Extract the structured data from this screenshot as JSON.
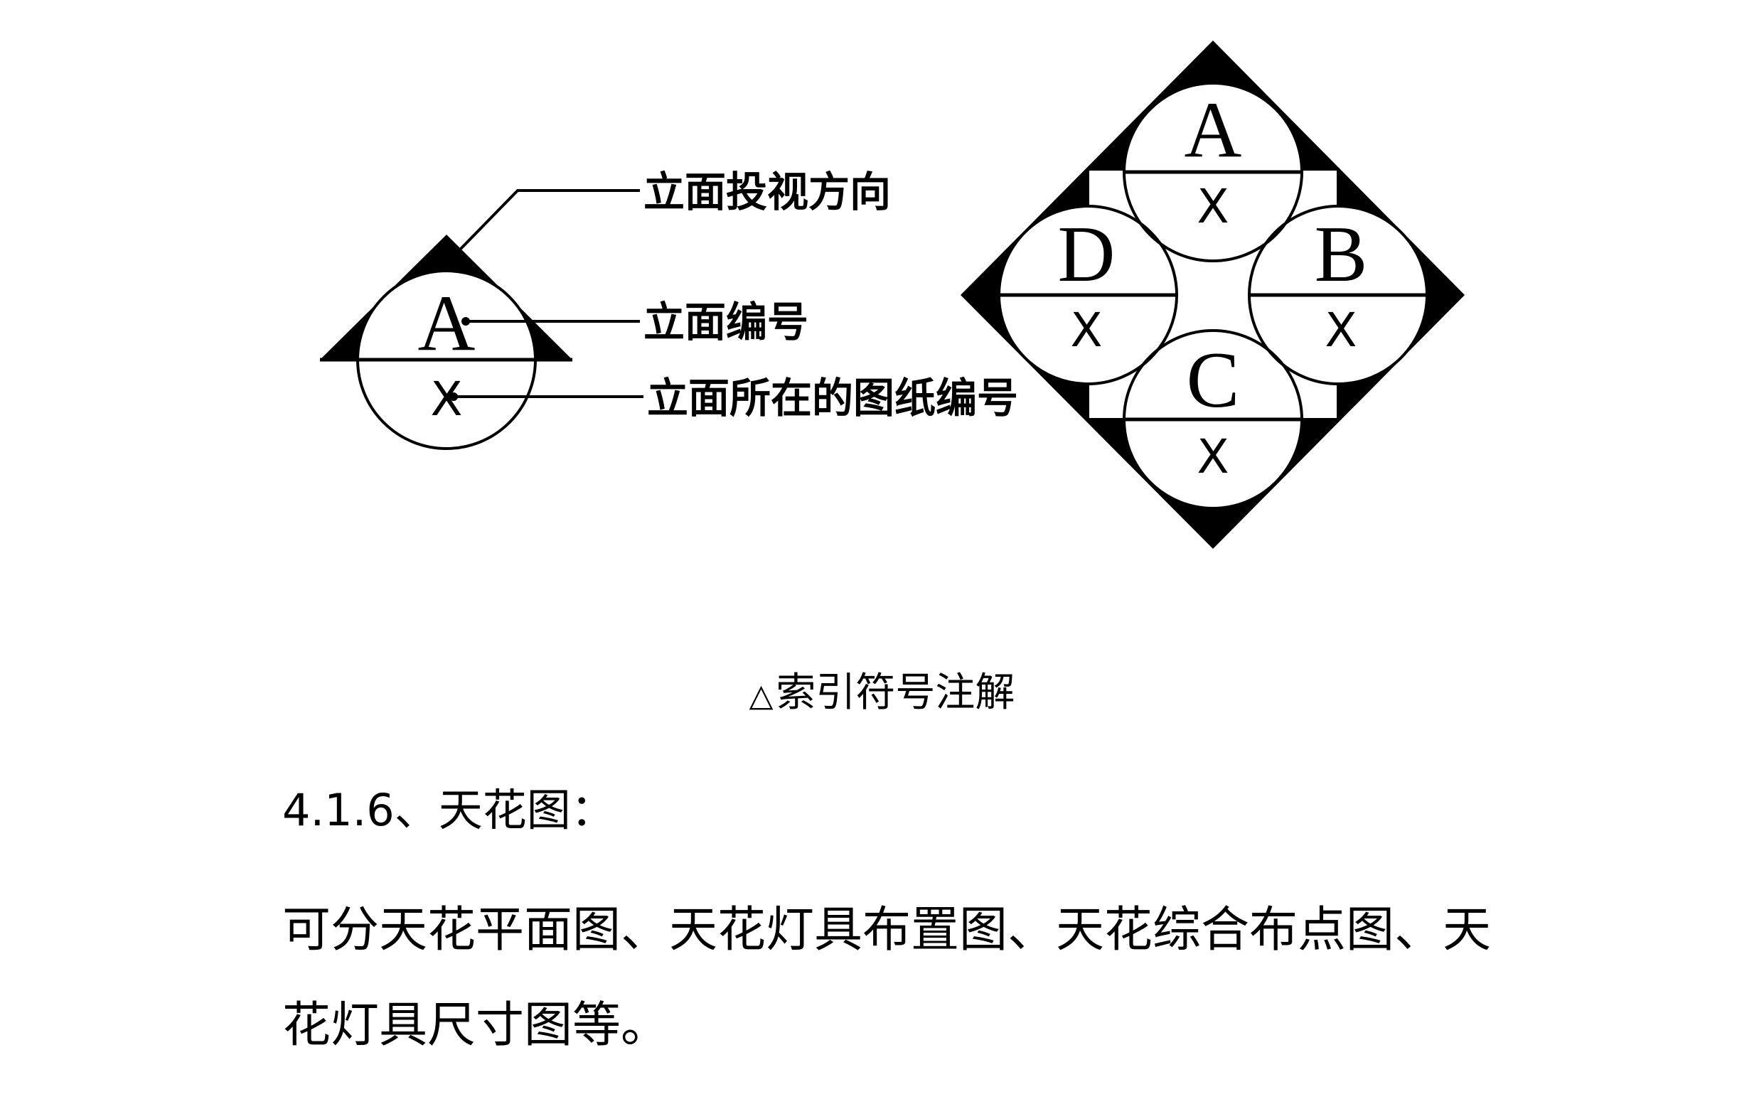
{
  "diagram": {
    "annotation_labels": {
      "direction": "立面投视方向",
      "elevation_number": "立面编号",
      "sheet_number": "立面所在的图纸编号"
    },
    "single_symbol": {
      "letter": "A",
      "sheet_mark": "X"
    },
    "quad_symbol": {
      "top": {
        "letter": "A",
        "sheet_mark": "X"
      },
      "right": {
        "letter": "B",
        "sheet_mark": "X"
      },
      "bottom": {
        "letter": "C",
        "sheet_mark": "X"
      },
      "left": {
        "letter": "D",
        "sheet_mark": "X"
      }
    }
  },
  "caption": {
    "marker": "△",
    "text": "索引符号注解"
  },
  "section": {
    "heading": "4.1.6、天花图：",
    "paragraph_lines": [
      "可分天花平面图、天花灯具布置图、天花综合布点图、天",
      "花灯具尺寸图等。"
    ]
  }
}
